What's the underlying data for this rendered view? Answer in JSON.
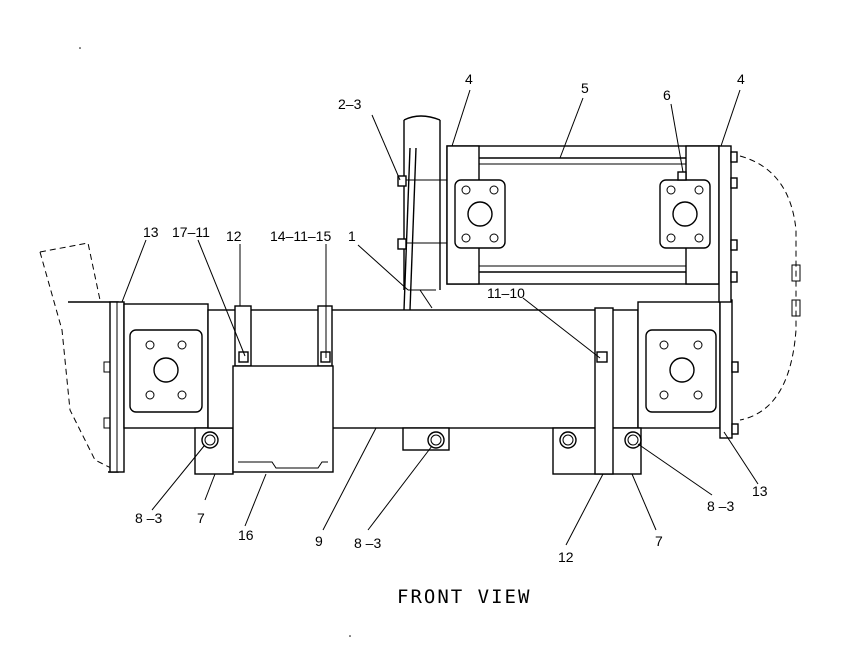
{
  "title": "FRONT VIEW",
  "callouts": {
    "c1": "1",
    "c2_3": "2–3",
    "c4a": "4",
    "c4b": "4",
    "c5": "5",
    "c6": "6",
    "c13a": "13",
    "c13b": "13",
    "c17_11": "17–11",
    "c12a": "12",
    "c12b": "12",
    "c14_11_15": "14–11–15",
    "c11_10": "11–10",
    "c8_3a": "8 –3",
    "c8_3b": "8 –3",
    "c8_3c": "8 –3",
    "c7a": "7",
    "c7b": "7",
    "c16": "16",
    "c9": "9"
  }
}
